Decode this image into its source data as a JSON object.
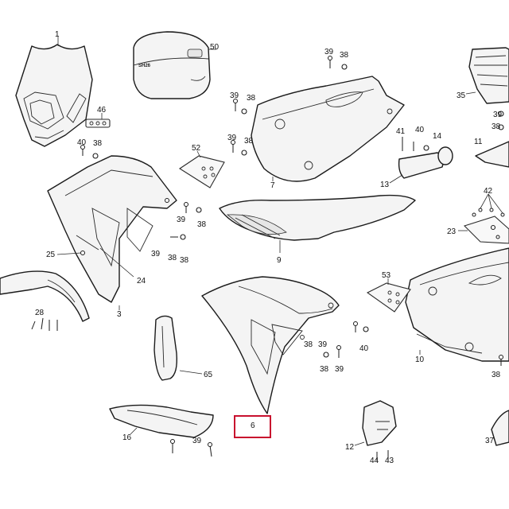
{
  "diagram": {
    "highlight_color": "#c8102e",
    "highlighted_part": "6",
    "box_brand_text": "SH26",
    "callouts": {
      "c1": "1",
      "c50": "50",
      "c39a": "39",
      "c38a": "38",
      "c35": "35",
      "c46": "46",
      "c39b": "39",
      "c38b": "38",
      "c39c": "39",
      "c38c": "38",
      "c40a": "40",
      "c38d": "38",
      "c52": "52",
      "c7": "7",
      "c41": "41",
      "c40b": "40",
      "c14": "14",
      "c39e": "39",
      "c38e": "38",
      "c11": "11",
      "c13": "13",
      "c42": "42",
      "c39f": "39",
      "c38f": "38",
      "c23": "23",
      "c9": "9",
      "c25": "25",
      "c24": "24",
      "c3": "3",
      "c28": "28",
      "c53": "53",
      "c6": "6",
      "c38g": "38",
      "c39g": "39",
      "c40c": "40",
      "c38h": "38",
      "c39h": "39",
      "c10": "10",
      "c38i": "38",
      "c65": "65",
      "c16": "16",
      "c39i": "39",
      "c12": "12",
      "c44": "44",
      "c43": "43",
      "c37": "37",
      "c39j": "39",
      "c38j": "38"
    }
  }
}
